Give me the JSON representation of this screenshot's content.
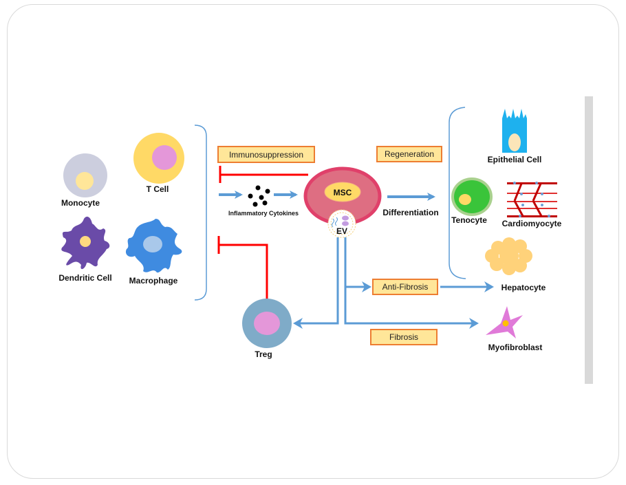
{
  "diagram": {
    "center": {
      "label": "MSC",
      "vesicle_label": "EV"
    },
    "left_group": [
      {
        "name": "Monocyte"
      },
      {
        "name": "T Cell"
      },
      {
        "name": "Dendritic Cell"
      },
      {
        "name": "Macrophage"
      }
    ],
    "intermediate": {
      "cytokines_label": "Inflammatory Cytokines"
    },
    "process_boxes": {
      "immunosuppression": "Immunosuppression",
      "regeneration": "Regeneration",
      "anti_fibrosis": "Anti-Fibrosis",
      "fibrosis": "Fibrosis"
    },
    "differentiation_label": "Differentiation",
    "right_group": [
      {
        "name": "Epithelial Cell"
      },
      {
        "name": "Tenocyte"
      },
      {
        "name": "Cardiomyocyte"
      },
      {
        "name": "Hepatocyte"
      }
    ],
    "targets": {
      "treg": "Treg",
      "myofibroblast": "Myofibroblast",
      "hepatocyte": "Hepatocyte"
    },
    "colors": {
      "arrow_blue": "#5b9bd5",
      "inhibit_red": "#ff0000",
      "box_fill": "#ffe699",
      "box_border": "#ed7d31",
      "msc_outer": "#e0406a",
      "msc_inner": "#de6e82",
      "msc_nucleus": "#ffd966"
    }
  }
}
